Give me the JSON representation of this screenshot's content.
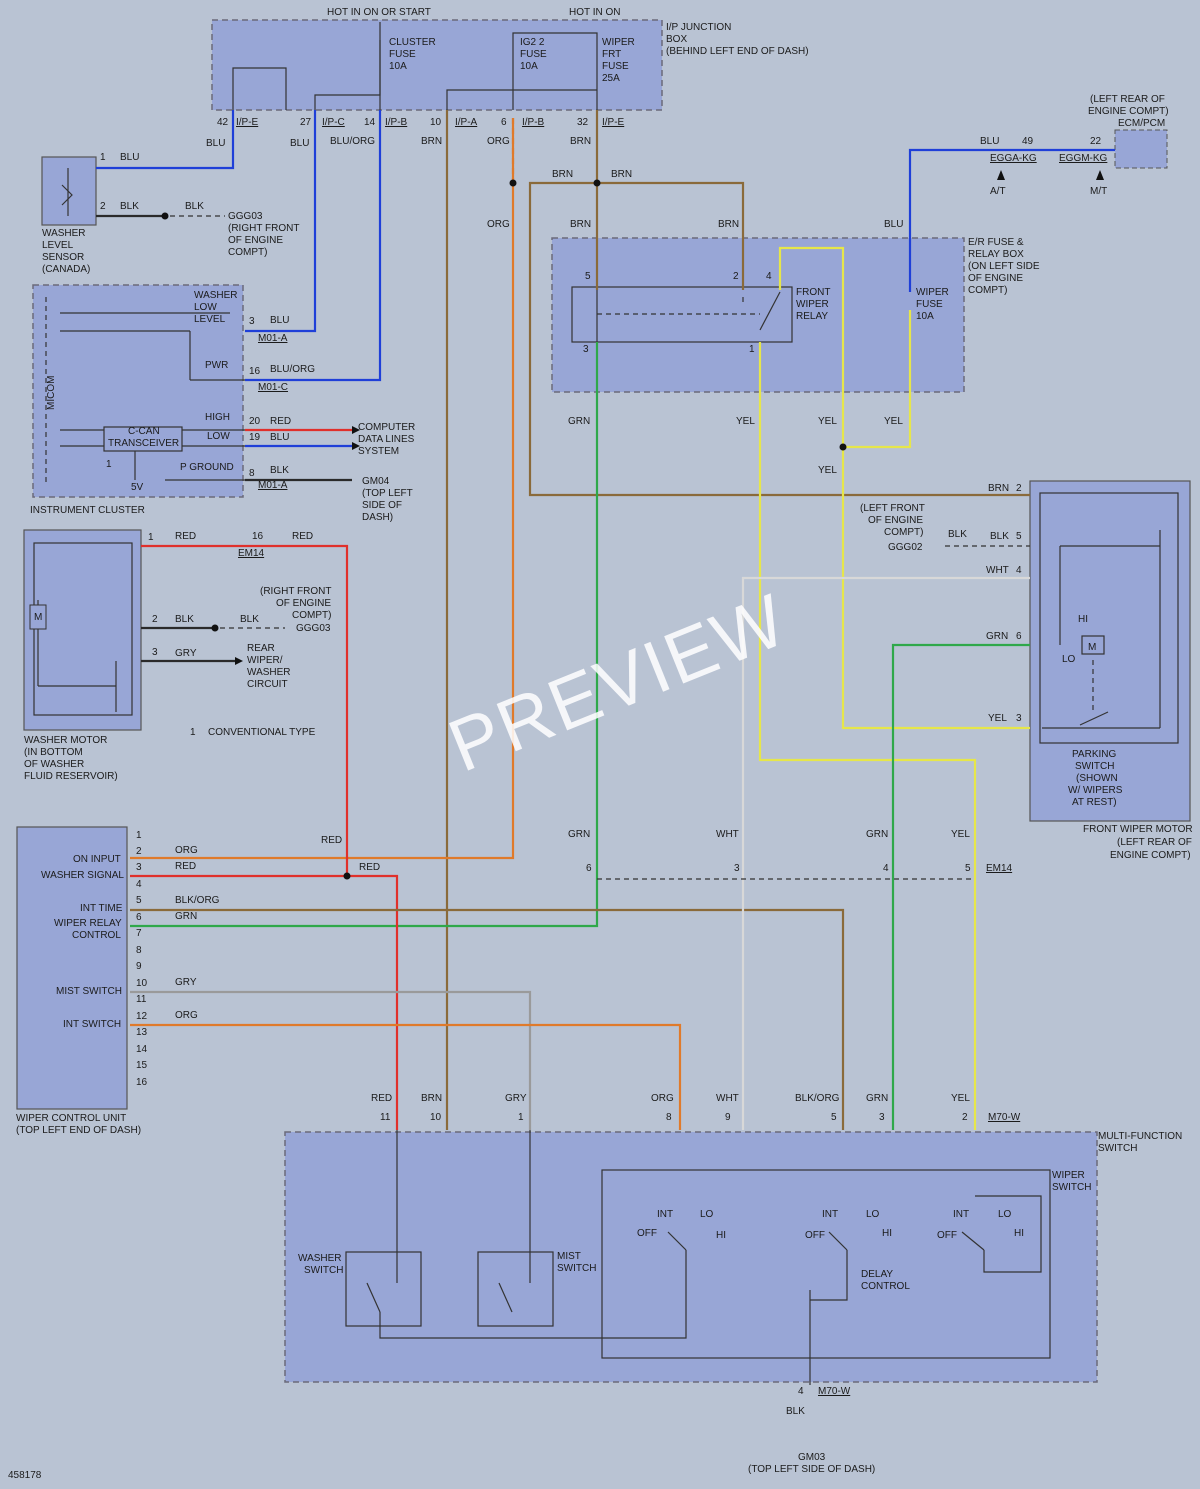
{
  "diagram_id": "458178",
  "watermark": "PREVIEW",
  "top_labels": {
    "hot_on_start": "HOT IN ON OR START",
    "hot_on": "HOT IN ON"
  },
  "junction_box": {
    "line1": "I/P JUNCTION",
    "line2": "BOX",
    "line3": "(BEHIND LEFT END OF DASH)",
    "cluster_fuse": [
      "CLUSTER",
      "FUSE",
      "10A"
    ],
    "ig2_fuse": [
      "IG2 2",
      "FUSE",
      "10A"
    ],
    "wiper_fuse": [
      "WIPER",
      "FRT",
      "FUSE",
      "25A"
    ],
    "pins": [
      {
        "num": "42",
        "conn": "I/P-E"
      },
      {
        "num": "27",
        "conn": "I/P-C"
      },
      {
        "num": "14",
        "conn": "I/P-B"
      },
      {
        "num": "10",
        "conn": "I/P-A"
      },
      {
        "num": "6",
        "conn": "I/P-B"
      },
      {
        "num": "32",
        "conn": "I/P-E"
      }
    ]
  },
  "ecm": {
    "line1": "(LEFT REAR OF",
    "line2": "ENGINE COMPT)",
    "line3": "ECM/PCM",
    "pin_a": "49",
    "pin_b": "22",
    "conn_a": "EGGA-KG",
    "conn_b": "EGGM-KG",
    "at": "A/T",
    "mt": "M/T"
  },
  "washer_level_sensor": {
    "line1": "WASHER",
    "line2": "LEVEL",
    "line3": "SENSOR",
    "line4": "(CANADA)",
    "pin1": "1",
    "pin2": "2"
  },
  "ggg03_top": [
    "GGG03",
    "(RIGHT FRONT",
    "OF ENGINE",
    "COMPT)"
  ],
  "instrument_cluster": {
    "title": "INSTRUMENT CLUSTER",
    "micom": "MICOM",
    "washer_low_level": [
      "WASHER",
      "LOW",
      "LEVEL"
    ],
    "pwr": "PWR",
    "high": "HIGH",
    "low": "LOW",
    "ccan": [
      "C-CAN",
      "TRANSCEIVER"
    ],
    "pground": "P GROUND",
    "v5": "5V",
    "pins": [
      {
        "num": "3",
        "conn": "M01-A"
      },
      {
        "num": "16",
        "conn": "M01-C"
      },
      {
        "num": "20",
        "conn": ""
      },
      {
        "num": "19",
        "conn": ""
      },
      {
        "num": "8",
        "conn": "M01-A"
      }
    ],
    "data_lines": [
      "COMPUTER",
      "DATA LINES",
      "SYSTEM"
    ],
    "gm04": [
      "GM04",
      "(TOP LEFT",
      "SIDE OF",
      "DASH)"
    ]
  },
  "er_box": {
    "line1": "E/R FUSE &",
    "line2": "RELAY BOX",
    "line3": "(ON LEFT SIDE",
    "line4": "OF ENGINE",
    "line5": "COMPT)",
    "relay": [
      "FRONT",
      "WIPER",
      "RELAY"
    ],
    "fuse": [
      "WIPER",
      "FUSE",
      "10A"
    ],
    "p5": "5",
    "p2": "2",
    "p4": "4",
    "p3": "3",
    "p1": "1"
  },
  "washer_motor": {
    "line1": "WASHER MOTOR",
    "line2": "(IN BOTTOM",
    "line3": "OF WASHER",
    "line4": "FLUID RESERVOIR)",
    "p1": "1",
    "p2": "2",
    "p3": "3",
    "m": "M"
  },
  "em14_pin": "16",
  "em14": "EM14",
  "ggg03_mid": [
    "(RIGHT FRONT",
    "OF ENGINE",
    "COMPT)",
    "GGG03"
  ],
  "rear_wiper": [
    "REAR",
    "WIPER/",
    "WASHER",
    "CIRCUIT"
  ],
  "conventional": "CONVENTIONAL TYPE",
  "note_num": "1",
  "front_wiper_motor": {
    "line1": "FRONT WIPER MOTOR",
    "line2": "(LEFT REAR OF",
    "line3": "ENGINE COMPT)",
    "parking": [
      "PARKING",
      "SWITCH",
      "(SHOWN",
      "W/ WIPERS",
      "AT REST)"
    ],
    "hi": "HI",
    "lo": "LO",
    "m": "M",
    "pins": [
      {
        "color": "BRN",
        "num": "2"
      },
      {
        "color": "BLK",
        "num": "5"
      },
      {
        "color": "WHT",
        "num": "4"
      },
      {
        "color": "GRN",
        "num": "6"
      },
      {
        "color": "YEL",
        "num": "3"
      }
    ]
  },
  "ggg02": [
    "(LEFT FRONT",
    "OF ENGINE",
    "COMPT)",
    "GGG02"
  ],
  "wiper_control_unit": {
    "line1": "WIPER CONTROL UNIT",
    "line2": "(TOP LEFT END OF DASH)",
    "pins": [
      "1",
      "2",
      "3",
      "4",
      "5",
      "6",
      "7",
      "8",
      "9",
      "10",
      "11",
      "12",
      "13",
      "14",
      "15",
      "16"
    ],
    "on_input": "ON INPUT",
    "washer_signal": "WASHER SIGNAL",
    "int_time": "INT TIME",
    "wiper_relay_control": [
      "WIPER RELAY",
      "CONTROL"
    ],
    "mist_switch": "MIST SWITCH",
    "int_switch": "INT SWITCH"
  },
  "em14_row": [
    {
      "color": "GRN",
      "num": "6"
    },
    {
      "color": "WHT",
      "num": "3"
    },
    {
      "color": "GRN",
      "num": "4"
    },
    {
      "color": "YEL",
      "num": "5"
    }
  ],
  "mfs_pins": [
    {
      "color": "RED",
      "num": "11"
    },
    {
      "color": "BRN",
      "num": "10"
    },
    {
      "color": "GRY",
      "num": "1"
    },
    {
      "color": "ORG",
      "num": "8"
    },
    {
      "color": "WHT",
      "num": "9"
    },
    {
      "color": "BLK/ORG",
      "num": "5"
    },
    {
      "color": "GRN",
      "num": "3"
    },
    {
      "color": "YEL",
      "num": "2"
    }
  ],
  "m70w": "M70-W",
  "multi_function_switch": {
    "line1": "MULTI-FUNCTION",
    "line2": "SWITCH",
    "wiper_switch": [
      "WIPER",
      "SWITCH"
    ],
    "washer_switch": [
      "WASHER",
      "SWITCH"
    ],
    "mist_switch": [
      "MIST",
      "SWITCH"
    ],
    "int": "INT",
    "lo": "LO",
    "off": "OFF",
    "hi": "HI",
    "delay": [
      "DELAY",
      "CONTROL"
    ]
  },
  "ground_pin": "4",
  "gm03": [
    "GM03",
    "(TOP LEFT SIDE OF DASH)"
  ],
  "wire_colors": {
    "blu": "BLU",
    "blk": "BLK",
    "bluorg": "BLU/ORG",
    "brn": "BRN",
    "org": "ORG",
    "red": "RED",
    "grn": "GRN",
    "yel": "YEL",
    "wht": "WHT",
    "gry": "GRY",
    "blkorg": "BLK/ORG"
  },
  "colors": {
    "background": "#b9c3d3",
    "component": "#98a6d6",
    "blu": "#1f3fd8",
    "red": "#e0302b",
    "org": "#e07a2a",
    "grn": "#2fa84a",
    "yel": "#e6e64a",
    "brn": "#8a6a3a",
    "gry": "#9a9a9a",
    "wht": "#d8d8d8",
    "blk": "#2a2a2a"
  }
}
